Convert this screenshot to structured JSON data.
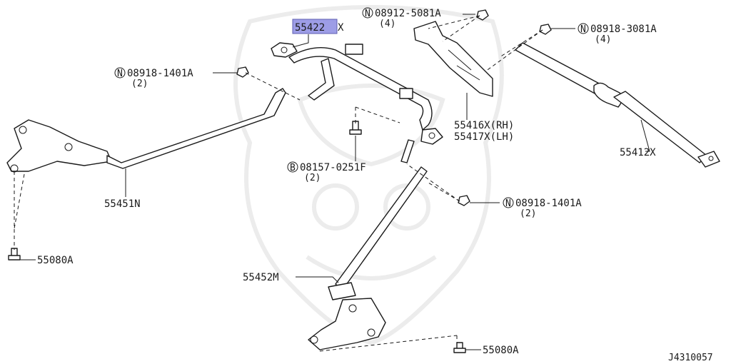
{
  "highlight_color": "#9d9de6",
  "callouts": [
    {
      "id": "55422",
      "text": "55422",
      "suffix": "X",
      "highlighted": true
    },
    {
      "id": "n1",
      "prefix": "N",
      "text": "08912-5081A",
      "qty": "(4)"
    },
    {
      "id": "n2",
      "prefix": "N",
      "text": "08918-3081A",
      "qty": "(4)"
    },
    {
      "id": "n3",
      "prefix": "N",
      "text": "08918-1401A",
      "qty": "(2)"
    },
    {
      "id": "rhlh1",
      "text": "55416X(RH)"
    },
    {
      "id": "rhlh2",
      "text": "55417X(LH)"
    },
    {
      "id": "p412",
      "text": "55412X"
    },
    {
      "id": "b1",
      "prefix": "B",
      "text": "08157-0251F",
      "qty": "(2)"
    },
    {
      "id": "n4",
      "prefix": "N",
      "text": "08918-1401A",
      "qty": "(2)"
    },
    {
      "id": "p451",
      "text": "55451N"
    },
    {
      "id": "p080a",
      "text": "55080A"
    },
    {
      "id": "p452",
      "text": "55452M"
    },
    {
      "id": "p080b",
      "text": "55080A"
    }
  ],
  "diagram_code": "J4310057"
}
